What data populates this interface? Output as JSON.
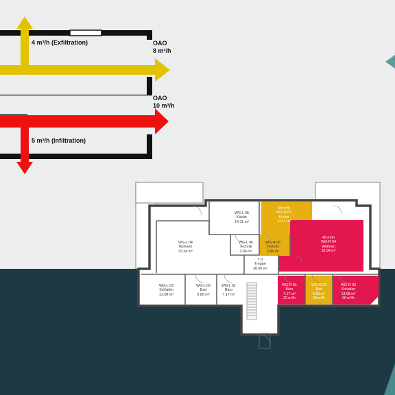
{
  "colors": {
    "background_top": "#ebeeed",
    "background_bottom": "#1d3a44",
    "exfiltration": "#e3c200",
    "infiltration": "#ee1111",
    "exhaust_room": "#e6b012",
    "supply_room": "#e4164f",
    "accent_teal": "#5e9a9c"
  },
  "schematic": {
    "exfiltration_label": "4 m³/h (Exfiltration)",
    "infiltration_label": "5 m³/h (Infiltration)",
    "oao_top_title": "OAO",
    "oao_top_value": "8 m³/h",
    "oao_bottom_title": "OAO",
    "oao_bottom_value": "10 m³/h"
  },
  "rooms": [
    {
      "id": "wgl05",
      "lines": [
        "WG-L 05",
        "Küche",
        "14.11 m²"
      ],
      "fill": "none"
    },
    {
      "id": "wgr05",
      "lines": [
        "38 m³/h",
        "WG-R 05",
        "Küche",
        "14.11 m²"
      ],
      "fill": "exhaust"
    },
    {
      "id": "wgl04",
      "lines": [
        "WG-L 04",
        "Wohnen",
        "33.34 m²"
      ],
      "fill": "none"
    },
    {
      "id": "wgr04",
      "lines": [
        "45 m³/h",
        "WG-R 04",
        "Wohnen",
        "33.34 m²"
      ],
      "fill": "supply"
    },
    {
      "id": "wgl06",
      "lines": [
        "WG-L 06",
        "Technik",
        "3.96 m²"
      ],
      "fill": "none"
    },
    {
      "id": "wgr06",
      "lines": [
        "WG-R 06",
        "Technik",
        "3.96 m²"
      ],
      "fill": "exhaust"
    },
    {
      "id": "t0",
      "lines": [
        "T 0",
        "Treppe",
        "20.05 m²"
      ],
      "fill": "none"
    },
    {
      "id": "wgl03",
      "lines": [
        "WG-L 03",
        "Schlafen",
        "13.08 m²"
      ],
      "fill": "none"
    },
    {
      "id": "wgl02",
      "lines": [
        "WG-L 02",
        "Bad",
        "6.89 m²"
      ],
      "fill": "none"
    },
    {
      "id": "wgl01",
      "lines": [
        "WG-L 01",
        "Büro",
        "7.17 m²"
      ],
      "fill": "none"
    },
    {
      "id": "wgr01",
      "lines": [
        "WG-R 01",
        "Büro",
        "7.17 m²",
        "22 m³/h"
      ],
      "fill": "supply"
    },
    {
      "id": "wgr02",
      "lines": [
        "WG-R 02",
        "Bad",
        "6.89 m²",
        "38 m³/h"
      ],
      "fill": "exhaust"
    },
    {
      "id": "wgr03",
      "lines": [
        "WG-R 03",
        "Schlafen",
        "13.08 m²",
        "30 m³/h"
      ],
      "fill": "supply"
    }
  ]
}
